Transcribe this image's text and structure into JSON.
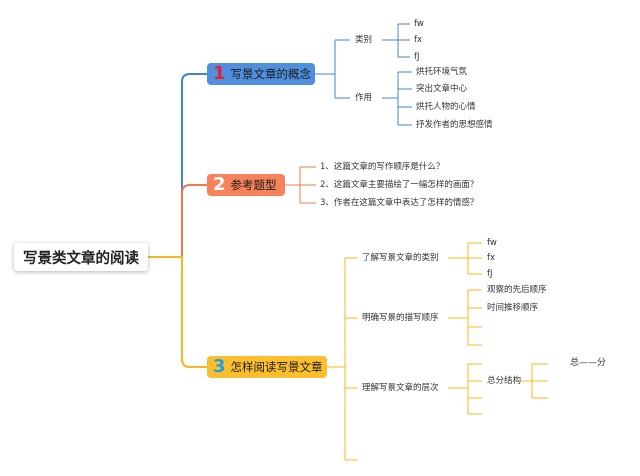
{
  "root": {
    "title": "写景类文章的阅读"
  },
  "branches": [
    {
      "number": "1",
      "label": "写景文章的概念",
      "children": [
        {
          "label": "类别",
          "items": [
            "fw",
            "fx",
            "fJ"
          ]
        },
        {
          "label": "作用",
          "items": [
            "烘托环境气氛",
            "突出文章中心",
            "烘托人物的心情",
            "抒发作者的思想感情"
          ]
        }
      ]
    },
    {
      "number": "2",
      "label": "参考题型",
      "items": [
        "1、这篇文章的写作顺序是什么？",
        "2、这篇文章主要描绘了一幅怎样的画面？",
        "3、作者在这篇文章中表达了怎样的情感？"
      ]
    },
    {
      "number": "3",
      "label": "怎样阅读写景文章",
      "children": [
        {
          "label": "了解写景文章的类别",
          "items": [
            "fw",
            "fx",
            "fJ"
          ]
        },
        {
          "label": "明确写景的描写顺序",
          "items": [
            "观察的先后顺序",
            "时间推移顺序"
          ]
        },
        {
          "label": "理解写景文章的层次",
          "items": [
            "总分结构"
          ],
          "sub": "总——分"
        }
      ]
    }
  ],
  "colors": {
    "branch1": "#4f8fdd",
    "branch2": "#f5825a",
    "branch3": "#fbbf2e",
    "line1": "#3f83d6",
    "line2": "#f07a50",
    "line3": "#f8b721"
  }
}
